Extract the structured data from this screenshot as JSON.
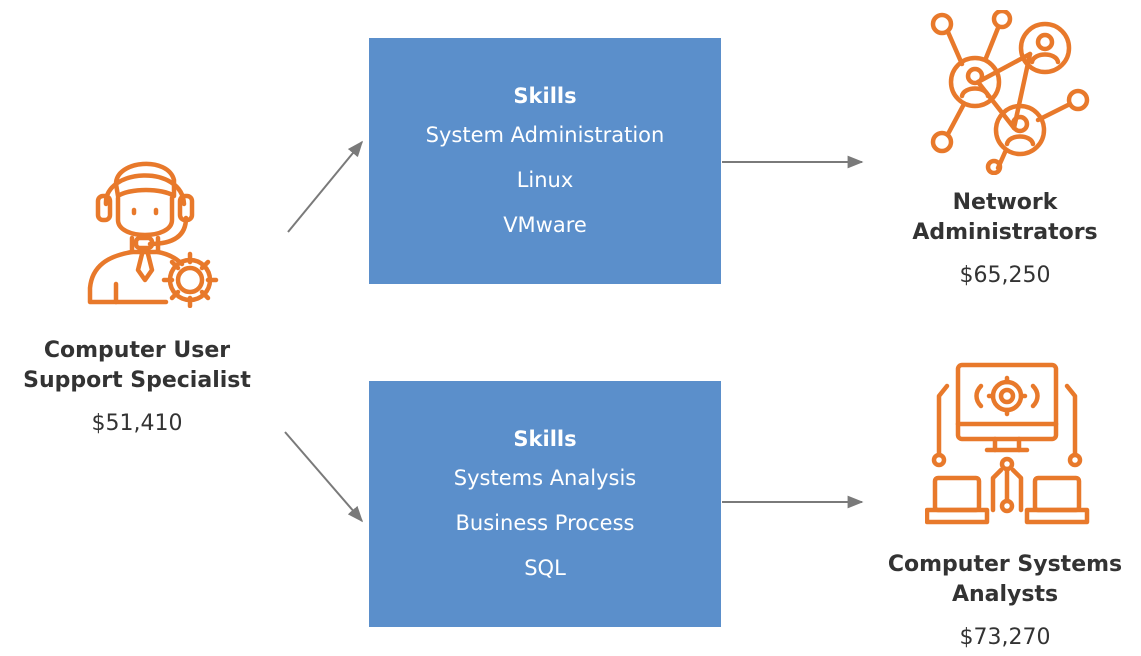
{
  "source": {
    "title_line1": "Computer User",
    "title_line2": "Support Specialist",
    "salary": "$51,410",
    "icon": "support-specialist-headset-gear-icon"
  },
  "paths": [
    {
      "skills_heading": "Skills",
      "skills": [
        "System Administration",
        "Linux",
        "VMware"
      ],
      "target": {
        "title_line1": "Network",
        "title_line2": "Administrators",
        "salary": "$65,250",
        "icon": "network-people-icon"
      }
    },
    {
      "skills_heading": "Skills",
      "skills": [
        "Systems Analysis",
        "Business Process",
        "SQL"
      ],
      "target": {
        "title_line1": "Computer Systems",
        "title_line2": "Analysts",
        "salary": "$73,270",
        "icon": "computer-systems-icon"
      }
    }
  ],
  "colors": {
    "box": "#5b8fcb",
    "icon": "#e8792b",
    "arrow": "#7a7a7a",
    "text": "#333333"
  }
}
